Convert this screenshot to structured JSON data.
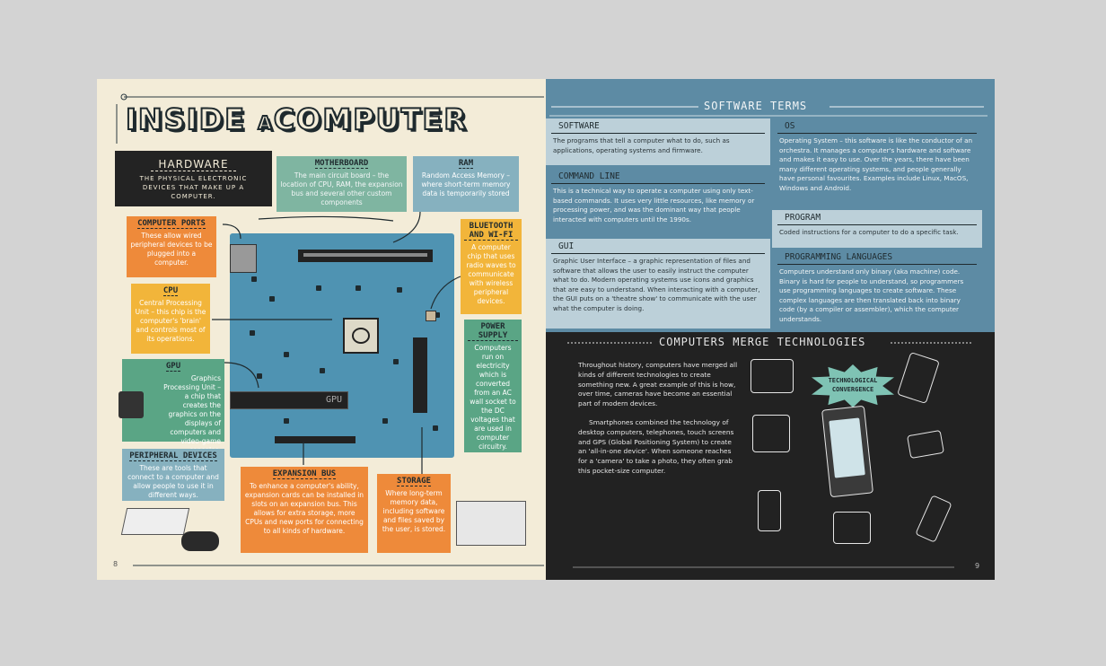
{
  "left_page": {
    "title_main": "INSIDE",
    "title_a": "A",
    "title_end": "COMPUTER",
    "hardware": {
      "heading": "HARDWARE",
      "text": "THE PHYSICAL ELECTRONIC DEVICES THAT MAKE UP A COMPUTER."
    },
    "motherboard": {
      "heading": "MOTHERBOARD",
      "text": "The main circuit board – the location of CPU, RAM, the expansion bus and several other custom components"
    },
    "ram": {
      "heading": "RAM",
      "text": "Random Access Memory – where short-term memory data is temporarily stored"
    },
    "computer_ports": {
      "heading": "COMPUTER PORTS",
      "text": "These allow wired peripheral devices to be plugged into a computer."
    },
    "bluetooth": {
      "heading": "BLUETOOTH AND WI-FI",
      "text": "A computer chip that uses radio waves to communicate with wireless peripheral devices."
    },
    "cpu": {
      "heading": "CPU",
      "text": "Central Processing Unit – this chip is the computer's 'brain' and controls most of its operations."
    },
    "power_supply": {
      "heading": "POWER SUPPLY",
      "text": "Computers run on electricity which is converted from an AC wall socket to the DC voltages that are used in computer circuitry."
    },
    "gpu": {
      "heading": "GPU",
      "text": "Graphics Processing Unit – a chip that creates the graphics on the displays of computers and video-game consoles."
    },
    "gpu_card_label": "GPU",
    "peripheral_devices": {
      "heading": "PERIPHERAL DEVICES",
      "text": "These are tools that connect to a computer and allow people to use it in different ways."
    },
    "expansion_bus": {
      "heading": "EXPANSION BUS",
      "text": "To enhance a computer's ability, expansion cards can be installed in slots on an expansion bus. This allows for extra storage, more CPUs and new ports for connecting to all kinds of hardware."
    },
    "storage": {
      "heading": "STORAGE",
      "text": "Where long-term memory data, including software and files saved by the user, is stored."
    },
    "page_number": "8"
  },
  "right_page": {
    "software_terms_title": "SOFTWARE TERMS",
    "software": {
      "heading": "SOFTWARE",
      "text": "The programs that tell a computer what to do, such as applications, operating systems and firmware."
    },
    "command_line": {
      "heading": "COMMAND LINE",
      "text": "This is a technical way to operate a computer using only text-based commands. It uses very little resources, like memory or processing power, and was the dominant way that people interacted with computers until the 1990s."
    },
    "gui": {
      "heading": "GUI",
      "text": "Graphic User Interface – a graphic representation of files and software that allows the user to easily instruct the computer what to do. Modern operating systems use icons and graphics that are easy to understand. When interacting with a computer, the GUI puts on a 'theatre show' to communicate with the user what the computer is doing."
    },
    "os": {
      "heading": "OS",
      "text": "Operating System – this software is like the conductor of an orchestra. It manages a computer's hardware and software and makes it easy to use. Over the years, there have been many different operating systems, and people generally have personal favourites. Examples include Linux, MacOS, Windows and Android."
    },
    "program": {
      "heading": "PROGRAM",
      "text": "Coded instructions for a computer to do a specific task."
    },
    "programming_languages": {
      "heading": "PROGRAMMING LANGUAGES",
      "text": "Computers understand only binary (aka machine) code. Binary is hard for people to understand, so programmers use programming languages to create software. These complex languages are then translated back into binary code (by a compiler or assembler), which the computer understands."
    },
    "merge_title": "COMPUTERS MERGE TECHNOLOGIES",
    "merge_p1": "Throughout history, computers have merged all kinds of different technologies to create something new. A great example of this is how, over time, cameras have become an essential part of modern devices.",
    "merge_p2": "Smartphones combined the technology of desktop computers, telephones, touch screens and GPS (Global Positioning System) to create an 'all-in-one device'. When someone reaches for a 'camera' to take a photo, they often grab this pocket-size computer.",
    "convergence_badge": "TECHNOLOGICAL CONVERGENCE",
    "page_number": "9"
  }
}
